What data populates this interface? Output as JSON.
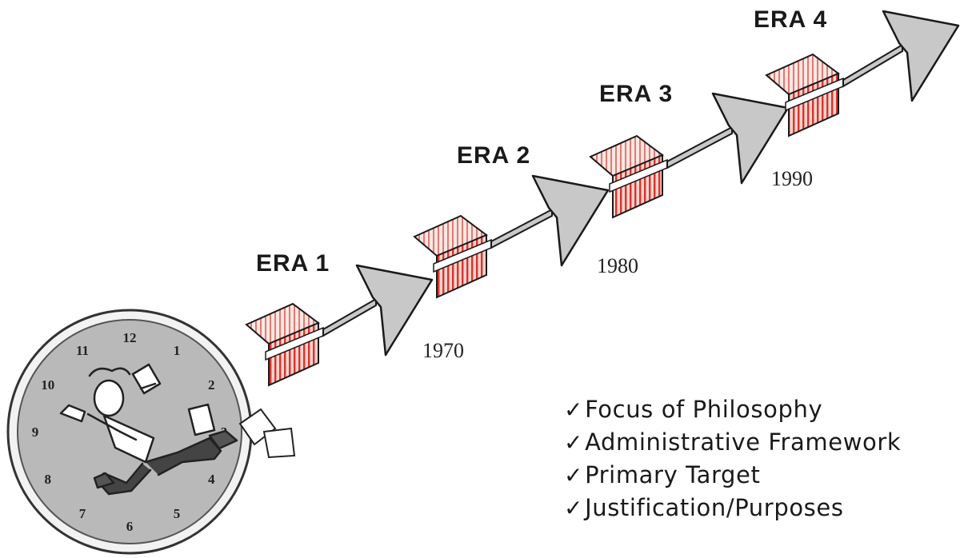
{
  "eras": [
    {
      "label": "ERA 1",
      "year": "1970"
    },
    {
      "label": "ERA 2",
      "year": "1980"
    },
    {
      "label": "ERA 3",
      "year": "1990"
    },
    {
      "label": "ERA 4",
      "year": ""
    }
  ],
  "checklist": {
    "mark": "✓",
    "items": [
      "Focus of Philosophy",
      "Administrative Framework",
      "Primary Target",
      "Justification/Purposes"
    ]
  },
  "clock": {
    "numbers": [
      "12",
      "1",
      "2",
      "3",
      "4",
      "5",
      "6",
      "7",
      "8",
      "9",
      "10",
      "11"
    ]
  },
  "colors": {
    "arrow_fill": "#c8c8c8",
    "arrow_stroke": "#1a1a1a",
    "fletching_red": "#d9342b",
    "fletching_light": "#f3c9c4",
    "clock_face": "#b8b8b8",
    "clock_rim": "#e6e6e6"
  }
}
